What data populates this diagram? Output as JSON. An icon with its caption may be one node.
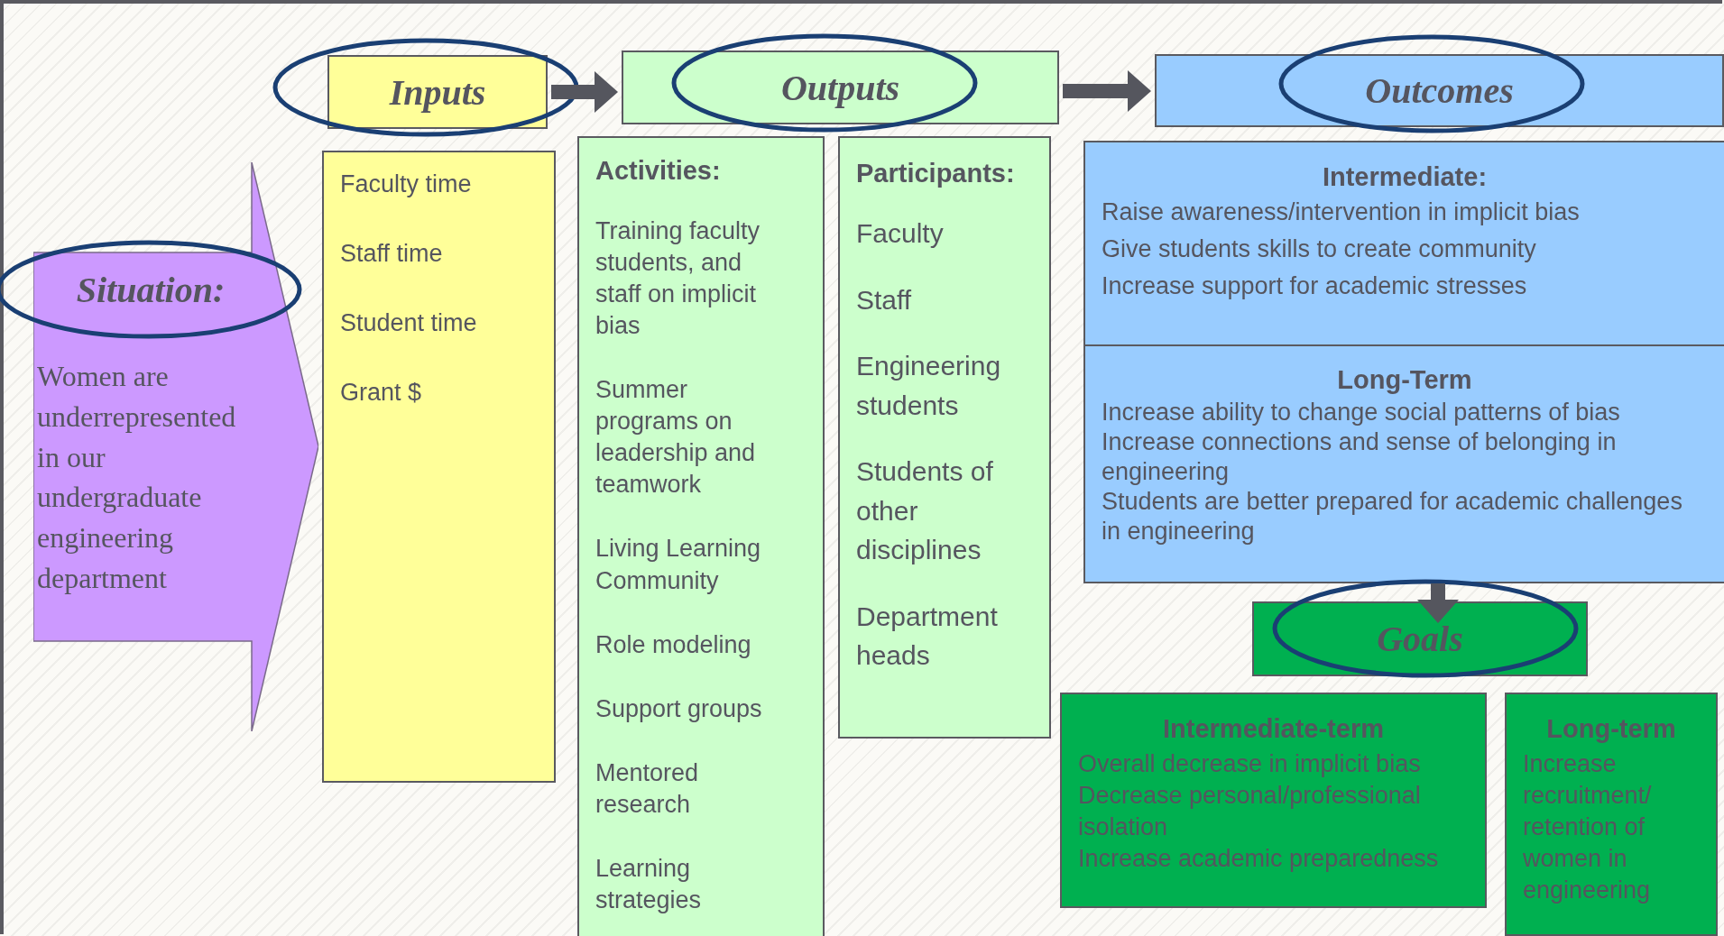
{
  "diagram": {
    "nodes": [
      {
        "text": [
          "Situation:",
          "Women are underrepresented in our undergraduate engineering department"
        ]
      },
      {
        "text": [
          "Inputs"
        ]
      },
      {
        "text": [
          "Faculty time",
          "Staff time",
          "Student time",
          "Grant $"
        ]
      },
      {
        "text": [
          "Outputs"
        ]
      },
      {
        "text": [
          "Activities:",
          "Training faculty students, and staff on implicit bias",
          "Summer programs on leadership and teamwork",
          "Living Learning Community",
          "Role modeling",
          "Support groups",
          "Mentored research",
          "Learning strategies"
        ]
      },
      {
        "text": [
          "Participants:",
          "Faculty",
          "Staff",
          "Engineering students",
          "Students of other disciplines",
          "Department heads"
        ]
      },
      {
        "text": [
          "Outcomes"
        ]
      },
      {
        "text": [
          "Intermediate:",
          "Raise awareness/intervention in implicit bias",
          "Give students skills to create community",
          "Increase support for academic stresses"
        ]
      },
      {
        "text": [
          "Long-Term",
          "Increase ability to change social patterns of bias",
          "Increase connections and sense of belonging in engineering",
          "Students are better prepared for academic challenges in engineering"
        ]
      },
      {
        "text": [
          "Goals"
        ]
      },
      {
        "text": [
          "Intermediate-term",
          "Overall decrease in implicit bias",
          "Decrease personal/professional isolation",
          "Increase academic preparedness"
        ]
      },
      {
        "text": [
          "Long-term",
          "Increase recruitment/ retention of women in engineering"
        ]
      }
    ],
    "edges": [
      {
        "from": 1,
        "to": 3,
        "arrow": "to"
      },
      {
        "from": 3,
        "to": 6,
        "arrow": "to"
      },
      {
        "from": 8,
        "to": 9,
        "arrow": "to"
      }
    ]
  }
}
